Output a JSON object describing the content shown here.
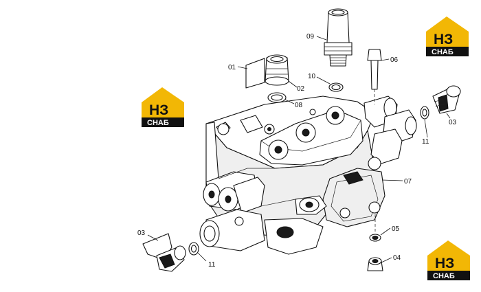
{
  "callouts": {
    "c01": "01",
    "c02": "02",
    "c03a": "03",
    "c03b": "03",
    "c04": "04",
    "c05": "05",
    "c06": "06",
    "c07": "07",
    "c08": "08",
    "c09": "09",
    "c10": "10",
    "c11a": "11",
    "c11b": "11"
  },
  "watermark": {
    "letters": "НЗ",
    "word": "СНАБ",
    "color_yellow": "#f2b705",
    "color_black": "#111111"
  }
}
